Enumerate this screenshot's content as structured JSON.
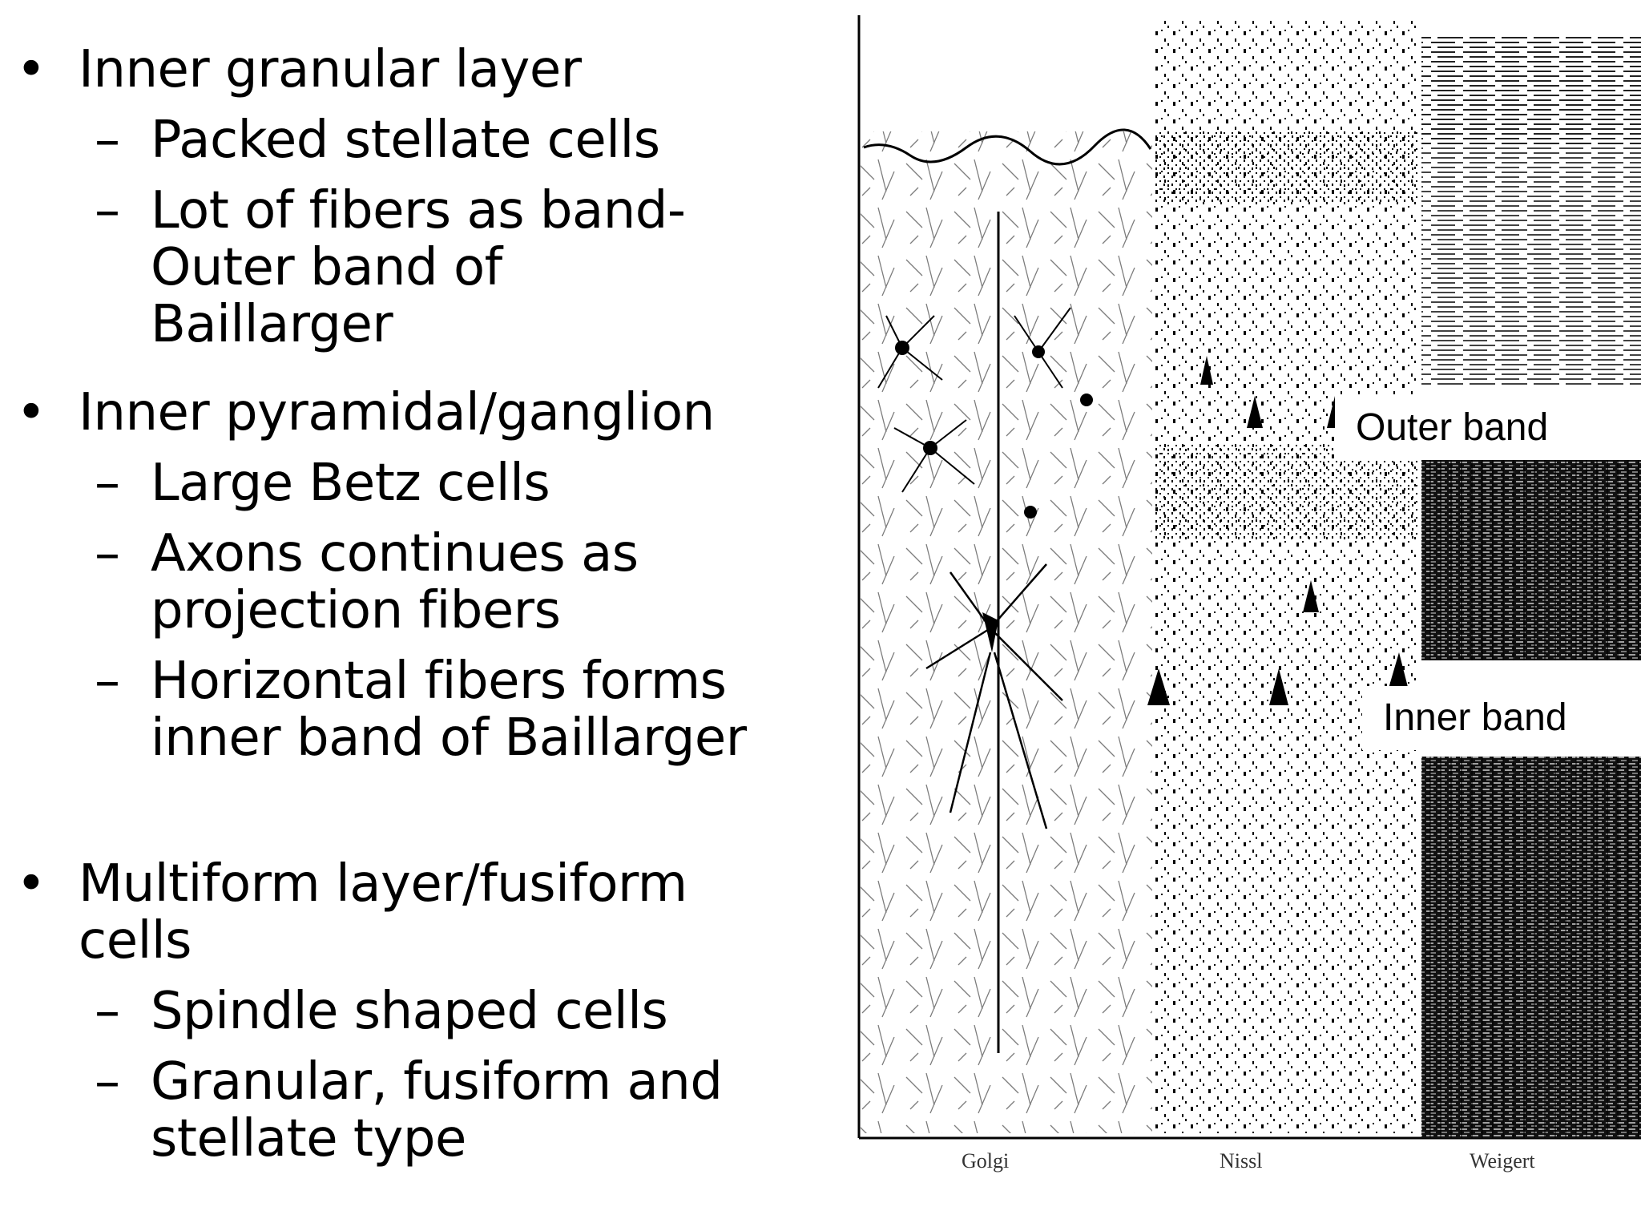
{
  "sections": [
    {
      "heading": "Inner granular layer",
      "subs": [
        {
          "lines": [
            "Packed stellate cells"
          ]
        },
        {
          "lines": [
            "Lot of fibers as band-",
            "Outer band of Baillarger"
          ]
        }
      ]
    },
    {
      "heading": "Inner pyramidal/ganglion",
      "subs": [
        {
          "lines": [
            "Large Betz cells"
          ]
        },
        {
          "lines": [
            "Axons continues as",
            "projection fibers"
          ]
        },
        {
          "lines": [
            "Horizontal fibers forms",
            "inner band of Baillarger"
          ]
        }
      ]
    },
    {
      "heading": "Multiform layer/fusiform cells",
      "heading_lines": [
        "Multiform layer/fusiform",
        "cells"
      ],
      "subs": [
        {
          "lines": [
            "Spindle shaped cells"
          ]
        },
        {
          "lines": [
            "Granular, fusiform and",
            "stellate type"
          ]
        }
      ]
    }
  ],
  "bullet_symbol": "•",
  "dash_symbol": "–",
  "figure": {
    "labels": {
      "outer_band": "Outer band",
      "inner_band": "Inner band"
    },
    "stains": [
      "Golgi",
      "Nissl",
      "Weigert"
    ]
  }
}
